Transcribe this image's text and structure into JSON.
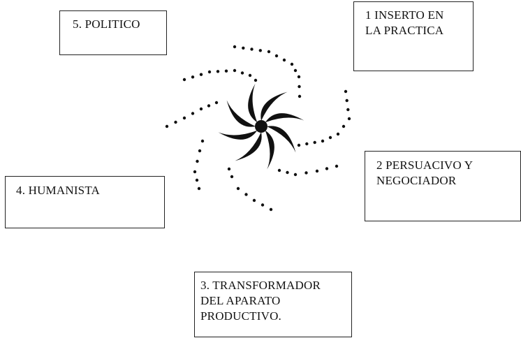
{
  "boxes": {
    "box1": {
      "lines": [
        "1  INSERTO EN",
        "LA PRACTICA"
      ]
    },
    "box2": {
      "lines": [
        "2 PERSUACIVO Y",
        "NEGOCIADOR"
      ]
    },
    "box3": {
      "lines": [
        "3. TRANSFORMADOR",
        "DEL APARATO",
        "PRODUCTIVO."
      ]
    },
    "box4": {
      "lines": [
        "4. HUMANISTA"
      ]
    },
    "box5": {
      "lines": [
        "5. POLITICO"
      ]
    }
  },
  "colors": {
    "ink": "#111111",
    "border": "#222222",
    "background": "#ffffff"
  },
  "icons": [
    "swirl-graphic",
    "dotted-spiral-arms"
  ]
}
